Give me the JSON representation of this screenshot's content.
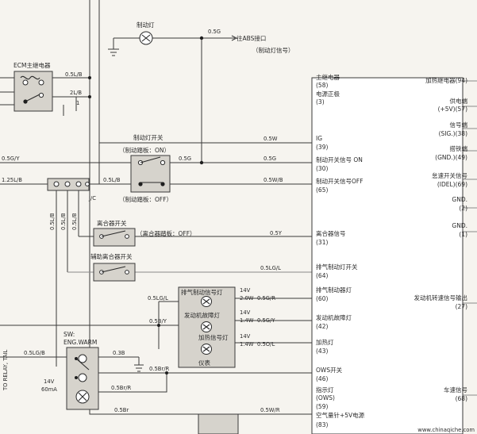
{
  "components": {
    "ecm_relay": "ECM主继电器",
    "brake_lamp": "制动灯",
    "abs_connector": "往ABS接口",
    "brake_lamp_signal": "（制动灯信号）",
    "brake_switch": "制动灯开关",
    "brake_pedal_on": "（制动踏板：ON）",
    "brake_pedal_off": "（制动踏板：OFF）",
    "jc": "J/C",
    "clutch_switch": "离合器开关",
    "clutch_pedal_off": "（离合器踏板：OFF）",
    "aux_clutch_switch": "辅助离合器开关",
    "cluster_lamp_exhaust": "排气制动信号灯",
    "cluster_lamp_engine": "发动机故障灯",
    "cluster_lamp_heat": "加热信号灯",
    "cluster_name": "仪表",
    "sw_label": "SW:",
    "sw_name": "ENG.WARM",
    "side_label": "TO RELAY, TAIL",
    "lamp_rating_1": "14V",
    "lamp_rating_2": "60mA"
  },
  "wires": {
    "w_0_5G_top": "0.5G",
    "w_0_5L_B_ecm": "0.5L/B",
    "w_2L_B": "2L/B",
    "w_1": "1",
    "w_0_5G_Y": "0.5G/Y",
    "w_0_5L_B_jc": "0.5L/B",
    "w_1_25L_B": "1.25L/B",
    "w_0_5W": "0.5W",
    "w_0_5G": "0.5G",
    "w_0_5G_2": "0.5G",
    "w_0_5W_B": "0.5W/B",
    "w_jc_1": "0.5L/B",
    "w_jc_2": "0.5L/B",
    "w_jc_3": "0.5L/B",
    "w_0_5Y": "0.5Y",
    "w_0_5LG_L": "0.5LG/L",
    "w_0_5LG_L_2": "0.5LG/L",
    "w_0_5B_Y": "0.5B/Y",
    "w_0_5LG_B": "0.5LG/B",
    "w_0_3B": "0.3B",
    "w_0_5Br_R": "0.5Br/R",
    "w_0_5Br_R_2": "0.5Br/R",
    "w_0_5Br": "0.5Br",
    "w_0_5W_R": "0.5W/R",
    "lamp1_v": "14V",
    "lamp1_w": "2.0W",
    "lamp1_wire": "0.5G/R",
    "lamp2_v": "14V",
    "lamp2_w": "1.4W",
    "lamp2_wire": "0.5G/Y",
    "lamp3_v": "14V",
    "lamp3_w": "1.4W",
    "lamp3_wire": "0.5O/L"
  },
  "ecu_left_pins": [
    {
      "name": "主继电器",
      "pin": "(58)"
    },
    {
      "name": "电源正极",
      "pin": "(3)"
    },
    {
      "name": "IG",
      "pin": "(39)"
    },
    {
      "name": "制动开关信号 ON",
      "pin": "(30)"
    },
    {
      "name": "制动开关信号OFF",
      "pin": "(65)"
    },
    {
      "name": "离合器信号",
      "pin": "(31)"
    },
    {
      "name": "排气制动灯开关",
      "pin": "(64)"
    },
    {
      "name": "排气制动器灯",
      "pin": "(60)"
    },
    {
      "name": "发动机故障灯",
      "pin": "(42)"
    },
    {
      "name": "加热灯",
      "pin": "(43)"
    },
    {
      "name": "OWS开关",
      "pin": "(46)"
    },
    {
      "name": "指示灯",
      "pin": "(OWS)"
    },
    {
      "name": "",
      "pin": "(59)"
    },
    {
      "name": "空气量针+5V电源",
      "pin": "(83)"
    }
  ],
  "ecu_right_pins": [
    {
      "name": "加热继电器(94)",
      "pin": ""
    },
    {
      "name": "供电端",
      "pin": "(+5V)(57)"
    },
    {
      "name": "信号端",
      "pin": "(SIG.)(38)"
    },
    {
      "name": "搭铁端",
      "pin": "(GND.)(49)"
    },
    {
      "name": "怠速开关信号",
      "pin": "(IDEL)(69)"
    },
    {
      "name": "GND.",
      "pin": "(2)"
    },
    {
      "name": "GND.",
      "pin": "(1)"
    },
    {
      "name": "发动机转速信号输出",
      "pin": "(27)"
    },
    {
      "name": "车速信号",
      "pin": "(68)"
    }
  ],
  "watermark": "www.chinaqiche.com"
}
